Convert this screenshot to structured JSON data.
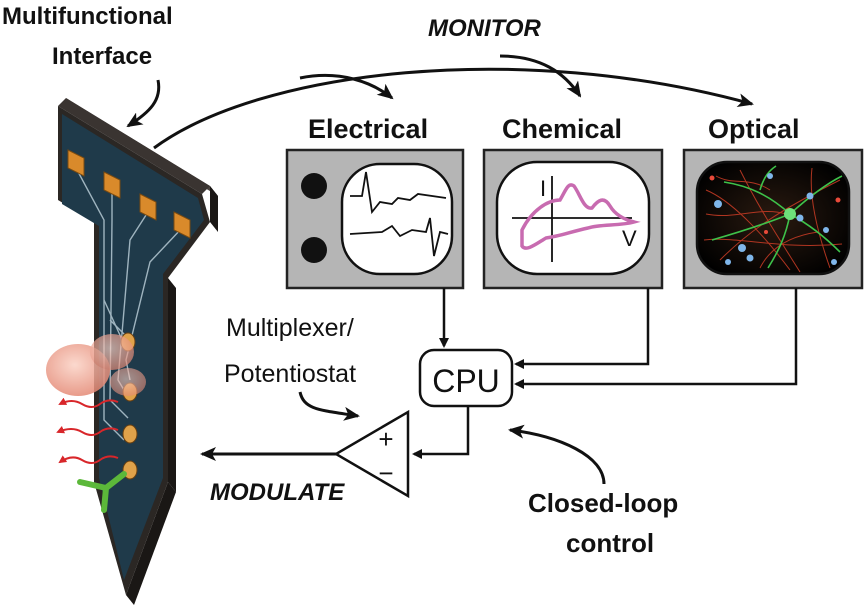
{
  "labels": {
    "interface": [
      "Multifunctional",
      "Interface"
    ],
    "monitor": "MONITOR",
    "electrical": "Electrical",
    "chemical": "Chemical",
    "optical": "Optical",
    "multiplexer": [
      "Multiplexer/",
      "Potentiostat"
    ],
    "cpu": "CPU",
    "modulate": "MODULATE",
    "closed_loop": [
      "Closed-loop",
      "control"
    ],
    "amp_plus": "+",
    "amp_minus": "−",
    "cv_current": "I",
    "cv_voltage": "V"
  },
  "colors": {
    "probe_body": "#2b2724",
    "probe_face": "#1f3a4a",
    "pad": "#d98a2b",
    "trace": "#c9c9c9",
    "monitor_frame": "#b5b5b5",
    "cv_curve": "#c86bb0",
    "light_rays": "#d8262a",
    "receptor": "#5cb83a",
    "cell": "#f2a48f"
  }
}
